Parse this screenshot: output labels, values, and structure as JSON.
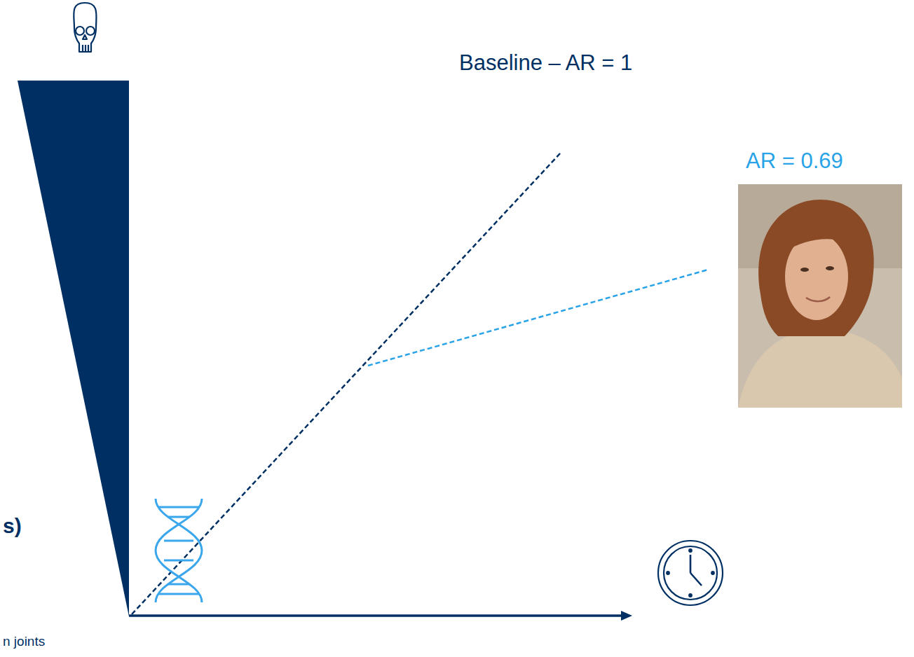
{
  "diagram": {
    "labels": [
      "Baseline – AR = 1",
      "AR = 0.69",
      "s)",
      "n joints"
    ]
  }
}
